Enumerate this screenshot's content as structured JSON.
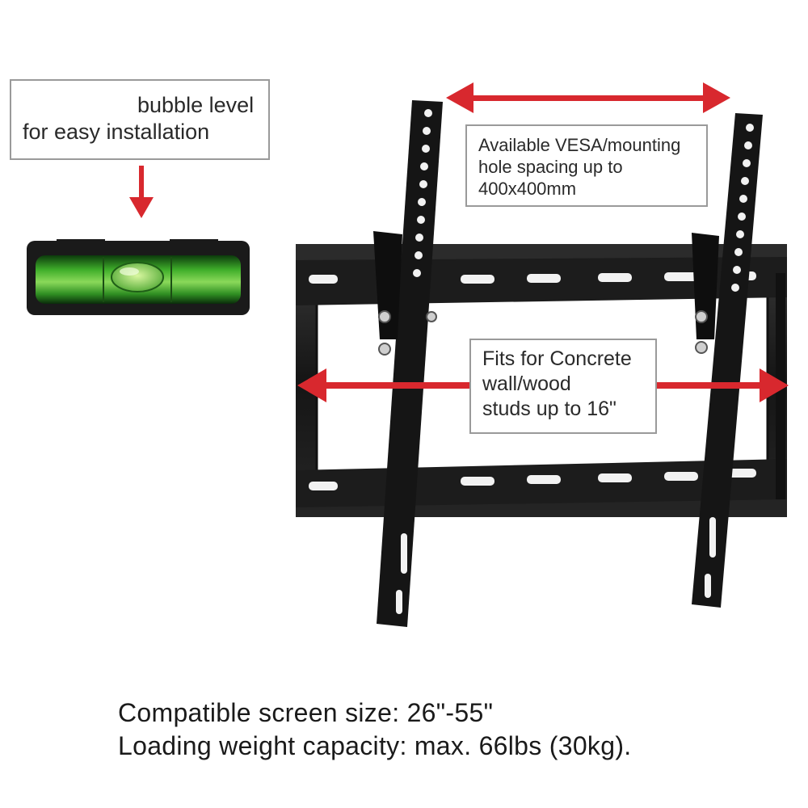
{
  "callouts": {
    "bubble_level": {
      "line1": "bubble level",
      "line2": "for easy installation"
    },
    "vesa": {
      "line1": "Available VESA/mounting",
      "line2": "hole spacing up to",
      "line3": "400x400mm"
    },
    "studs": {
      "line1": "Fits for Concrete",
      "line2": "wall/wood",
      "line3": "studs up to 16\""
    }
  },
  "specs": {
    "screen_size": "Compatible screen size: 26\"-55\"",
    "weight_capacity": "Loading weight capacity: max. 66lbs (30kg)."
  },
  "colors": {
    "arrow_red": "#d8282e",
    "mount_black": "#1b1b1b",
    "bubble_green": "#3fae2a"
  },
  "icons": [
    "bubble-level-icon",
    "down-arrow-icon",
    "double-arrow-icon",
    "tv-wall-mount-icon"
  ]
}
